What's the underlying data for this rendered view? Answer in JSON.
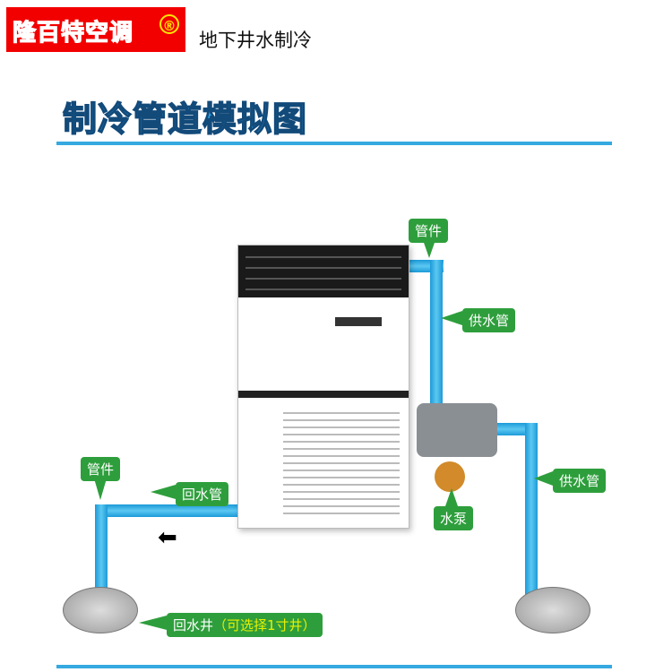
{
  "brand": {
    "name": "隆百特空调",
    "registered_mark": "®",
    "bg_color": "#f20000"
  },
  "subtitle": "地下井水制冷",
  "diagram": {
    "title": "制冷管道模拟图",
    "pipe_color": "#2aa8e0",
    "label_color": "#2e9e3c",
    "labels": {
      "fitting_right": "管件",
      "supply_pipe_top": "供水管",
      "supply_pipe_right": "供水管",
      "pump": "水泵",
      "fitting_left": "管件",
      "return_pipe": "回水管",
      "return_well": "回水井",
      "return_well_note": "（可选择1寸井）"
    }
  }
}
